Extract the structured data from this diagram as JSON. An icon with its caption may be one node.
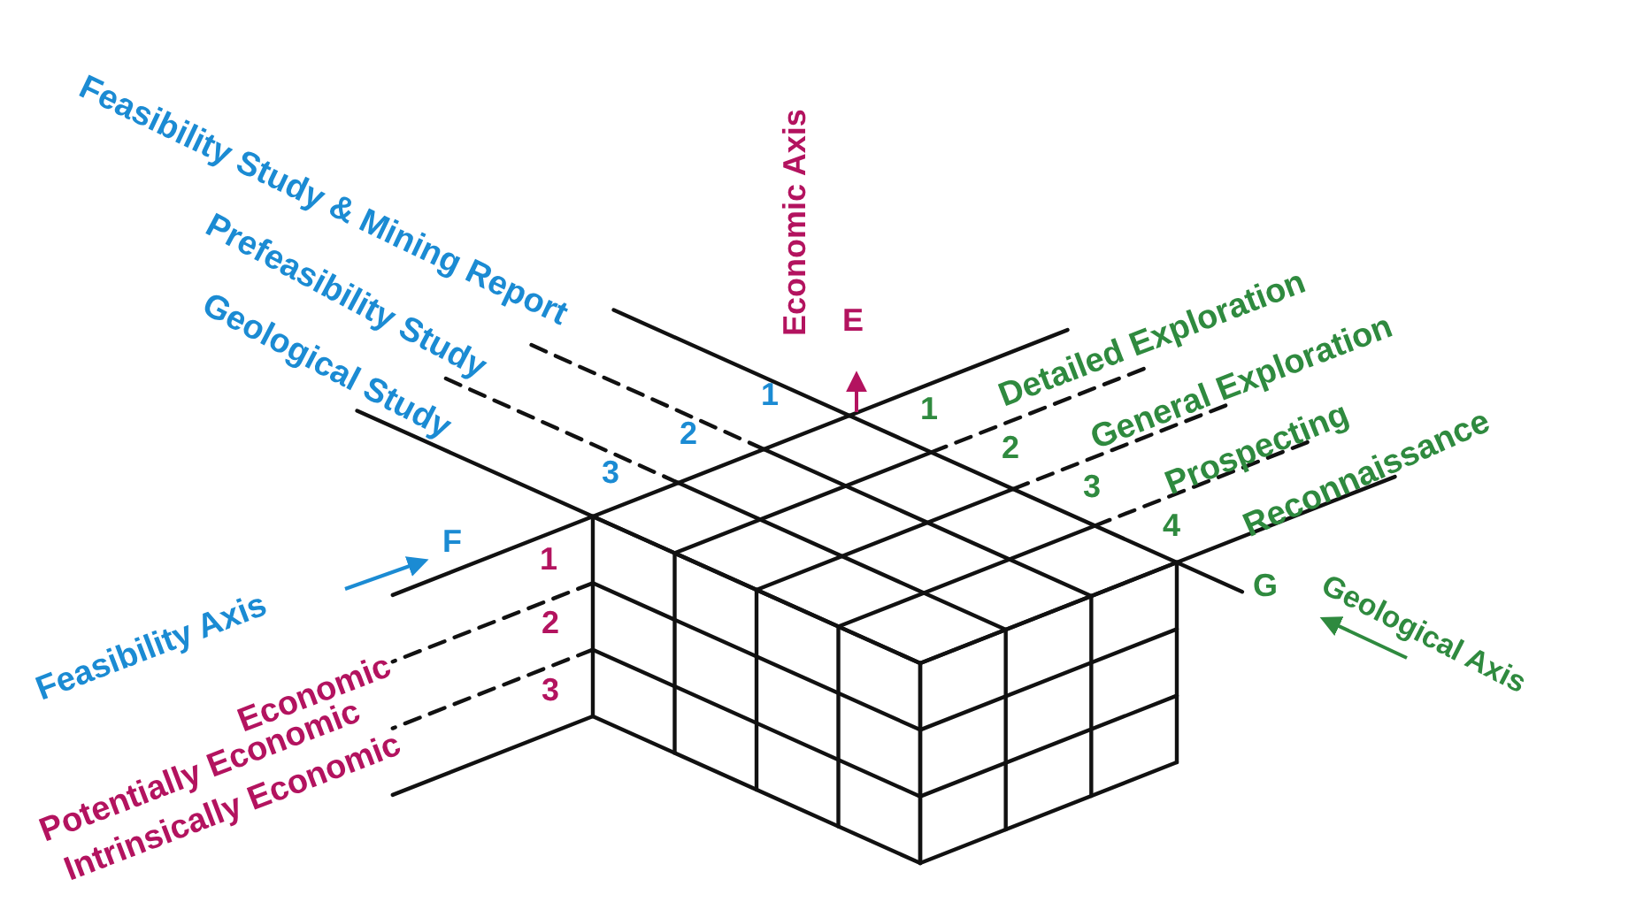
{
  "diagram": {
    "labels": [
      "Feasibility Study & Mining Report",
      "Economic Axis",
      "Prefeasibility Study",
      "Geological Study",
      "E",
      "Detailed Exploration",
      "General Exploration",
      "Prospecting",
      "Reconnaissance",
      "1",
      "2",
      "3",
      "1",
      "2",
      "3",
      "4",
      "Feasibility Axis",
      "F",
      "1",
      "Economic",
      "2",
      "Potentially Economic",
      "3",
      "Intrinsically Economic",
      "G",
      "Geological Axis"
    ]
  }
}
